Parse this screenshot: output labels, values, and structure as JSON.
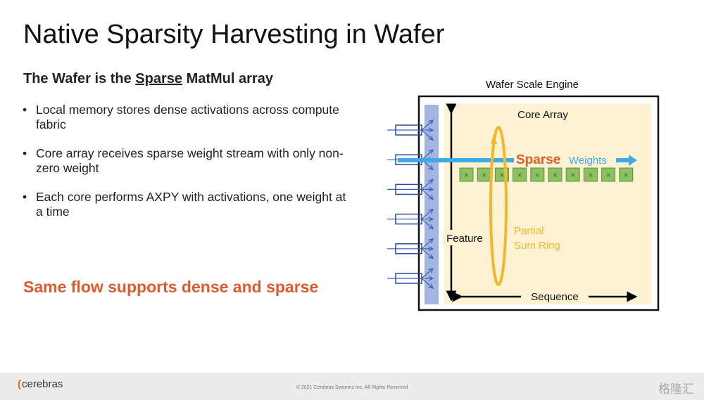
{
  "title": "Native Sparsity Harvesting in Wafer",
  "subtitle": {
    "pre": "The Wafer is the ",
    "em": "Sparse",
    "post": " MatMul array"
  },
  "bullets": [
    "Local memory stores dense activations across compute fabric",
    "Core array receives sparse weight stream with only non-zero weight",
    "Each core performs AXPY with activations, one weight at a time"
  ],
  "callout": "Same flow supports dense and sparse",
  "diagram": {
    "title": "Wafer Scale Engine",
    "core_array": "Core Array",
    "sparse": "Sparse",
    "weights": "Weights",
    "feature": "Feature",
    "partial1": "Partial",
    "partial2": "Sum Ring",
    "sequence": "Sequence",
    "cell_symbol": "×",
    "cell_count": 10,
    "input_rows": 6
  },
  "footer": {
    "logo": "cerebras",
    "copyright": "© 2021 Cerebras Systems Inc. All Rights Reserved",
    "watermark": "格隆汇"
  },
  "colors": {
    "accent": "#e05a2b",
    "blue": "#3fa9e6",
    "ring": "#f2b72e",
    "cell": "#8cc063",
    "panel": "#fdf3d3",
    "bar": "#a3b5e0"
  }
}
